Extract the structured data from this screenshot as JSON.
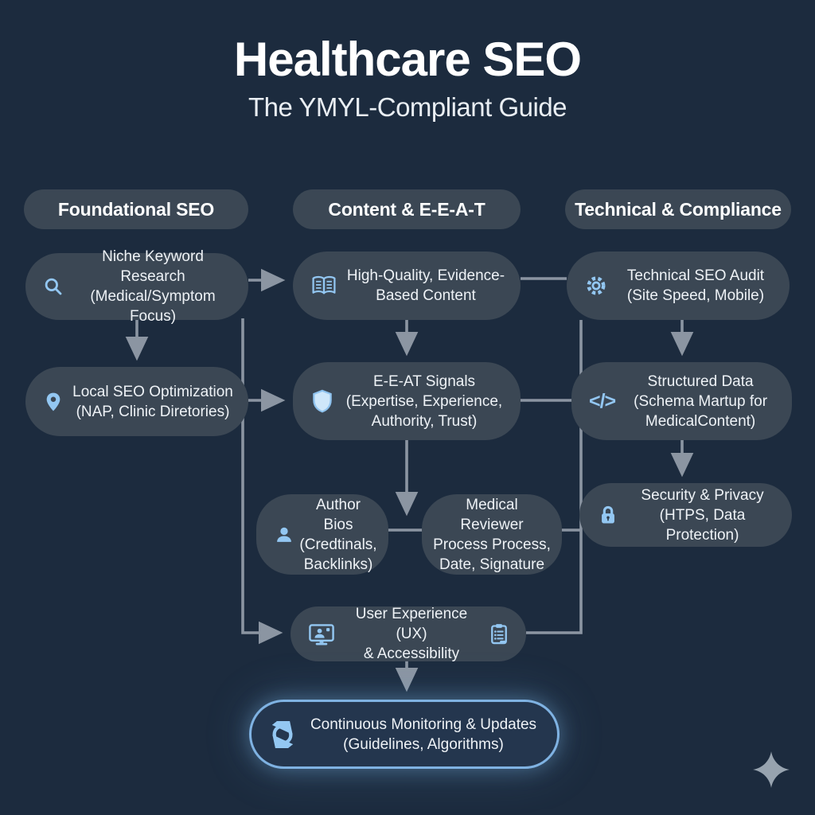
{
  "title": {
    "main": "Healthcare SEO",
    "subtitle": "The YMYL-Compliant Guide"
  },
  "columns": [
    {
      "label": "Foundational SEO"
    },
    {
      "label": "Content & E-E-A-T"
    },
    {
      "label": "Technical & Compliance"
    }
  ],
  "nodes": {
    "niche": {
      "icon": "search-icon",
      "lines": [
        "Niche Keyword Research",
        "(Medical/Symptom Focus)"
      ]
    },
    "high_quality": {
      "icon": "book-icon",
      "lines": [
        "High-Quality, Evidence-",
        "Based Content"
      ]
    },
    "technical": {
      "icon": "gear-icon",
      "lines": [
        "Technical SEO Audit",
        "(Site Speed, Mobile)"
      ]
    },
    "local": {
      "icon": "map-pin-icon",
      "lines": [
        "Local SEO Optimization",
        "(NAP, Clinic Diretories)"
      ]
    },
    "eeat": {
      "icon": "shield-icon",
      "lines": [
        "E-E-AT Signals",
        "(Expertise, Experience,",
        "Authority, Trust)"
      ]
    },
    "structured": {
      "icon": "code-icon",
      "code_glyph": "</>",
      "lines": [
        "Structured Data",
        "(Schema Martup for",
        "MedicalContent)"
      ]
    },
    "author": {
      "icon": "user-icon",
      "lines": [
        "Author Bios",
        "(Credtinals,",
        "Backlinks)"
      ]
    },
    "reviewer": {
      "lines": [
        "Medical Reviewer",
        "Process Process,",
        "Date, Signature"
      ]
    },
    "security": {
      "icon": "lock-icon",
      "lines": [
        "Security & Privacy",
        "(HTPS, Data Protection)"
      ]
    },
    "ux": {
      "icon_left": "monitor-user-icon",
      "icon_right": "clipboard-icon",
      "lines": [
        "User Experience (UX)",
        "& Accessibility"
      ]
    },
    "monitoring": {
      "icon": "refresh-icon",
      "lines": [
        "Continuous Monitoring & Updates",
        "(Guidelines, Algorithms)"
      ]
    }
  },
  "decor": {
    "sparkle": "sparkle-icon"
  },
  "colors": {
    "background": "#1c2b3e",
    "node_fill": "#3b4754",
    "text": "#eef2f6",
    "icon_blue": "#93c7f2",
    "connector": "#8b95a2",
    "highlight_fill": "#24364e",
    "highlight_border": "#7fb2e2"
  }
}
